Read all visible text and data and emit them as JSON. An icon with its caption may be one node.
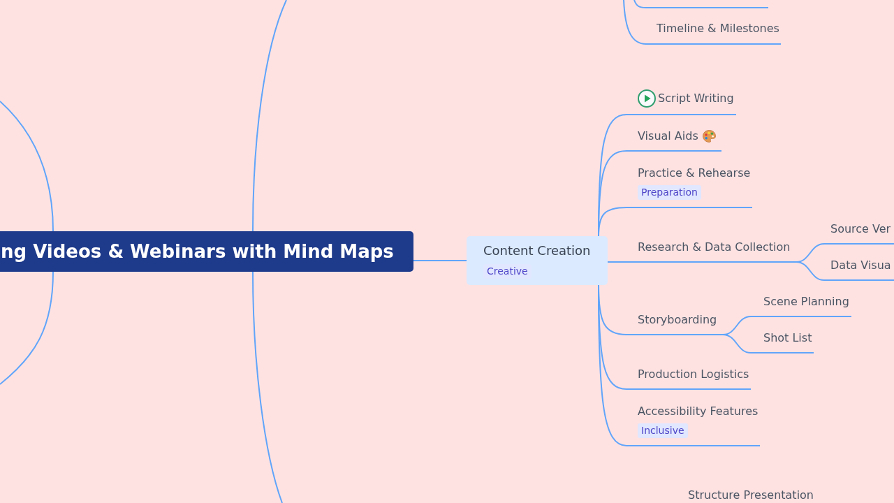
{
  "diagram": {
    "nodes": [
      {
        "text": [
          "ng Videos & Webinars with Mind Maps"
        ]
      },
      {
        "text": [],
        "shape": "line"
      },
      {
        "text": [
          "Timeline & Milestones"
        ]
      },
      {
        "text": [
          "Content Creation",
          "Creative"
        ]
      },
      {
        "text": [
          "Script Writing"
        ]
      },
      {
        "text": [
          "Visual Aids"
        ]
      },
      {
        "text": [
          "Practice & Rehearse",
          "Preparation"
        ]
      },
      {
        "text": [
          "Research & Data Collection"
        ]
      },
      {
        "text": [
          "Source Ver"
        ]
      },
      {
        "text": [
          "Data Visua"
        ]
      },
      {
        "text": [
          "Storyboarding"
        ]
      },
      {
        "text": [
          "Scene Planning"
        ]
      },
      {
        "text": [
          "Shot List"
        ]
      },
      {
        "text": [
          "Production Logistics"
        ]
      },
      {
        "text": [
          "Accessibility Features",
          "Inclusive"
        ]
      }
    ],
    "edges": [
      {
        "from": 0,
        "to": 3,
        "arrow": "none"
      },
      {
        "from": 0,
        "to": null,
        "arrow": "none"
      },
      {
        "from": 0,
        "to": null,
        "arrow": "none"
      },
      {
        "from": 0,
        "to": null,
        "arrow": "none"
      },
      {
        "from": 0,
        "to": null,
        "arrow": "none"
      },
      {
        "from": null,
        "to": 1,
        "arrow": "none"
      },
      {
        "from": null,
        "to": 2,
        "arrow": "none"
      },
      {
        "from": 3,
        "to": 4,
        "arrow": "none"
      },
      {
        "from": 3,
        "to": 5,
        "arrow": "none"
      },
      {
        "from": 3,
        "to": 6,
        "arrow": "none"
      },
      {
        "from": 3,
        "to": 7,
        "arrow": "none"
      },
      {
        "from": 3,
        "to": 10,
        "arrow": "none"
      },
      {
        "from": 3,
        "to": 13,
        "arrow": "none"
      },
      {
        "from": 3,
        "to": 14,
        "arrow": "none"
      },
      {
        "from": 7,
        "to": 8,
        "arrow": "none"
      },
      {
        "from": 7,
        "to": 9,
        "arrow": "none"
      },
      {
        "from": 10,
        "to": 11,
        "arrow": "none"
      },
      {
        "from": 10,
        "to": 12,
        "arrow": "none"
      }
    ],
    "labels": [
      "Structure Presentation"
    ]
  }
}
